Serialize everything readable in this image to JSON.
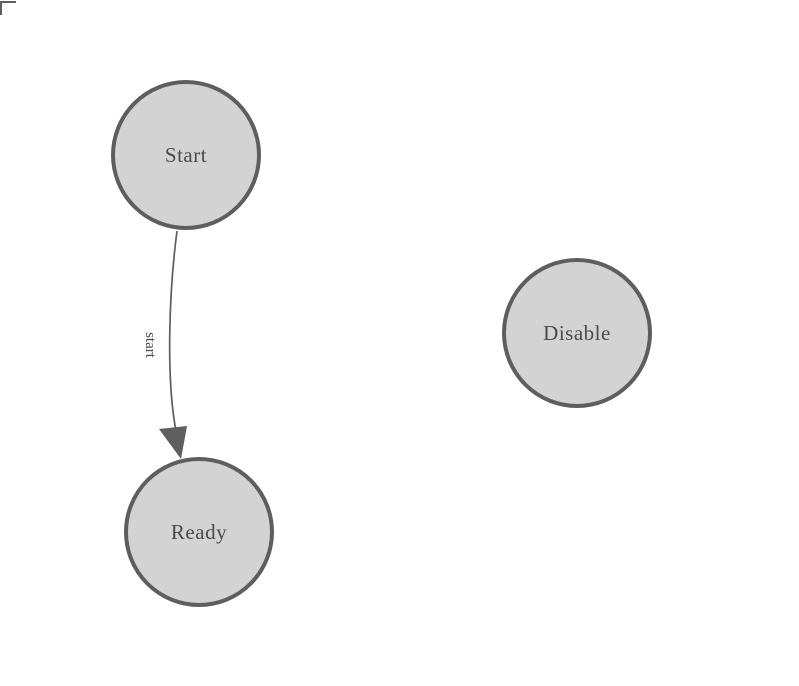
{
  "diagram": {
    "nodes": [
      {
        "id": "start",
        "label": "Start"
      },
      {
        "id": "ready",
        "label": "Ready"
      },
      {
        "id": "disable",
        "label": "Disable"
      }
    ],
    "edges": [
      {
        "from": "Start",
        "to": "Ready",
        "label": "start"
      }
    ],
    "icons": {
      "arrowhead": "filled-triangle-pointing-down",
      "corner_mark": "canvas-corner-L-bracket"
    },
    "colors": {
      "background": "#ffffff",
      "node_fill": "#d3d3d3",
      "node_border": "#5e5e5e",
      "edge": "#5e5e5e",
      "text": "#4a4a4a"
    }
  }
}
